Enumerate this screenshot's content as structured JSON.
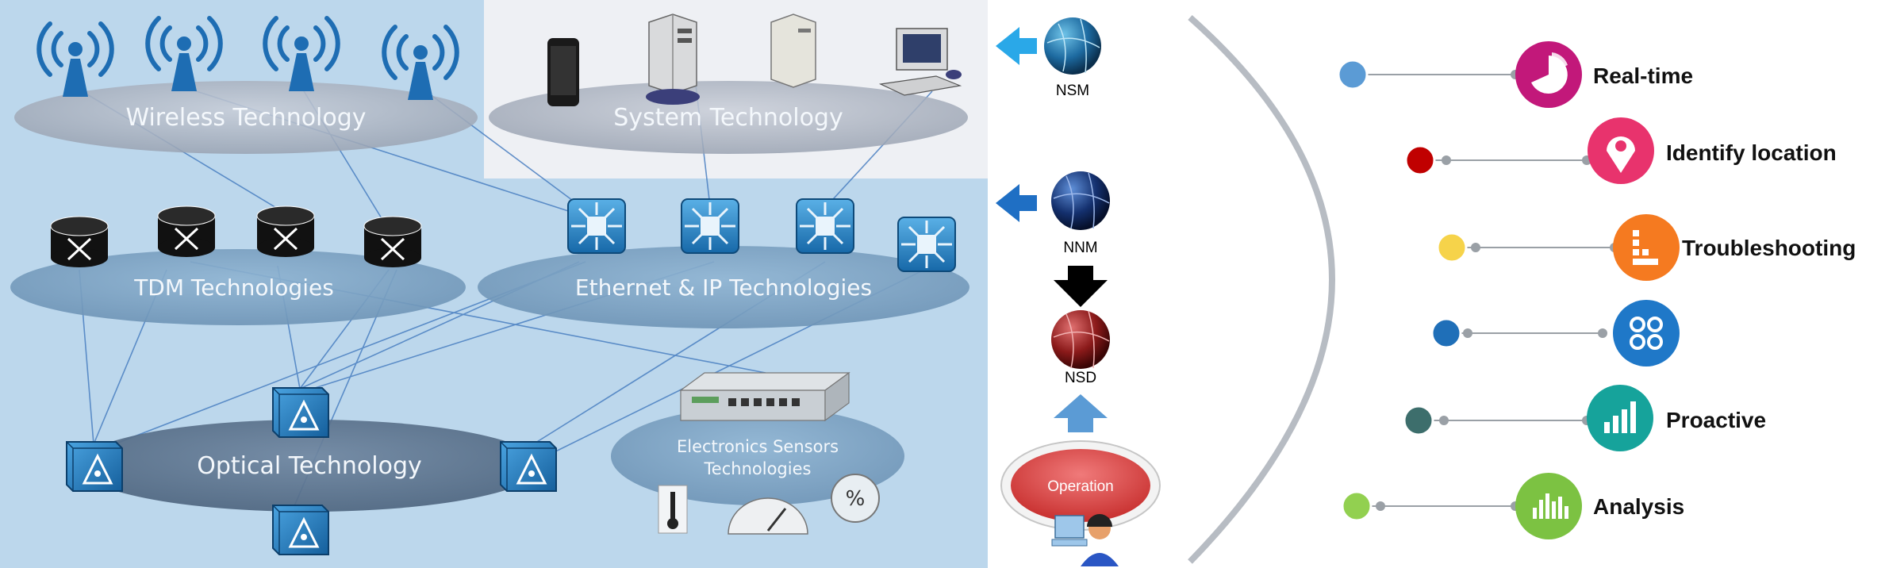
{
  "zones": {
    "wireless": "Wireless Technology",
    "system": "System Technology",
    "tdm": "TDM Technologies",
    "ethernet": "Ethernet & IP Technologies",
    "optical": "Optical Technology",
    "sensors_line1": "Electronics Sensors",
    "sensors_line2": "Technologies"
  },
  "stack": {
    "nsm": "NSM",
    "nnm": "NNM",
    "nsd": "NSD",
    "operation": "Operation"
  },
  "features": [
    {
      "label": "Real-time",
      "icon": "pie-chart-icon",
      "dot_color": "#5b9bd5",
      "icon_color": "#c2187a"
    },
    {
      "label": "Identify location",
      "icon": "location-pin-icon",
      "dot_color": "#c00000",
      "icon_color": "#e8336d"
    },
    {
      "label": "Troubleshooting",
      "icon": "bar-steps-icon",
      "dot_color": "#f6d34a",
      "icon_color": "#f57a20"
    },
    {
      "label": "",
      "icon": "four-circles-icon",
      "dot_color": "#1f6fb8",
      "icon_color": "#1f78c8"
    },
    {
      "label": "Proactive",
      "icon": "growth-bars-icon",
      "dot_color": "#3d6e6c",
      "icon_color": "#16a39b"
    },
    {
      "label": "Analysis",
      "icon": "equalizer-icon",
      "dot_color": "#92d050",
      "icon_color": "#7cc242"
    }
  ],
  "colors": {
    "background": "#bcd7ec",
    "system_panel": "#eef0f4",
    "arc": "#b7bcc3",
    "links": "#4a7fc1"
  }
}
